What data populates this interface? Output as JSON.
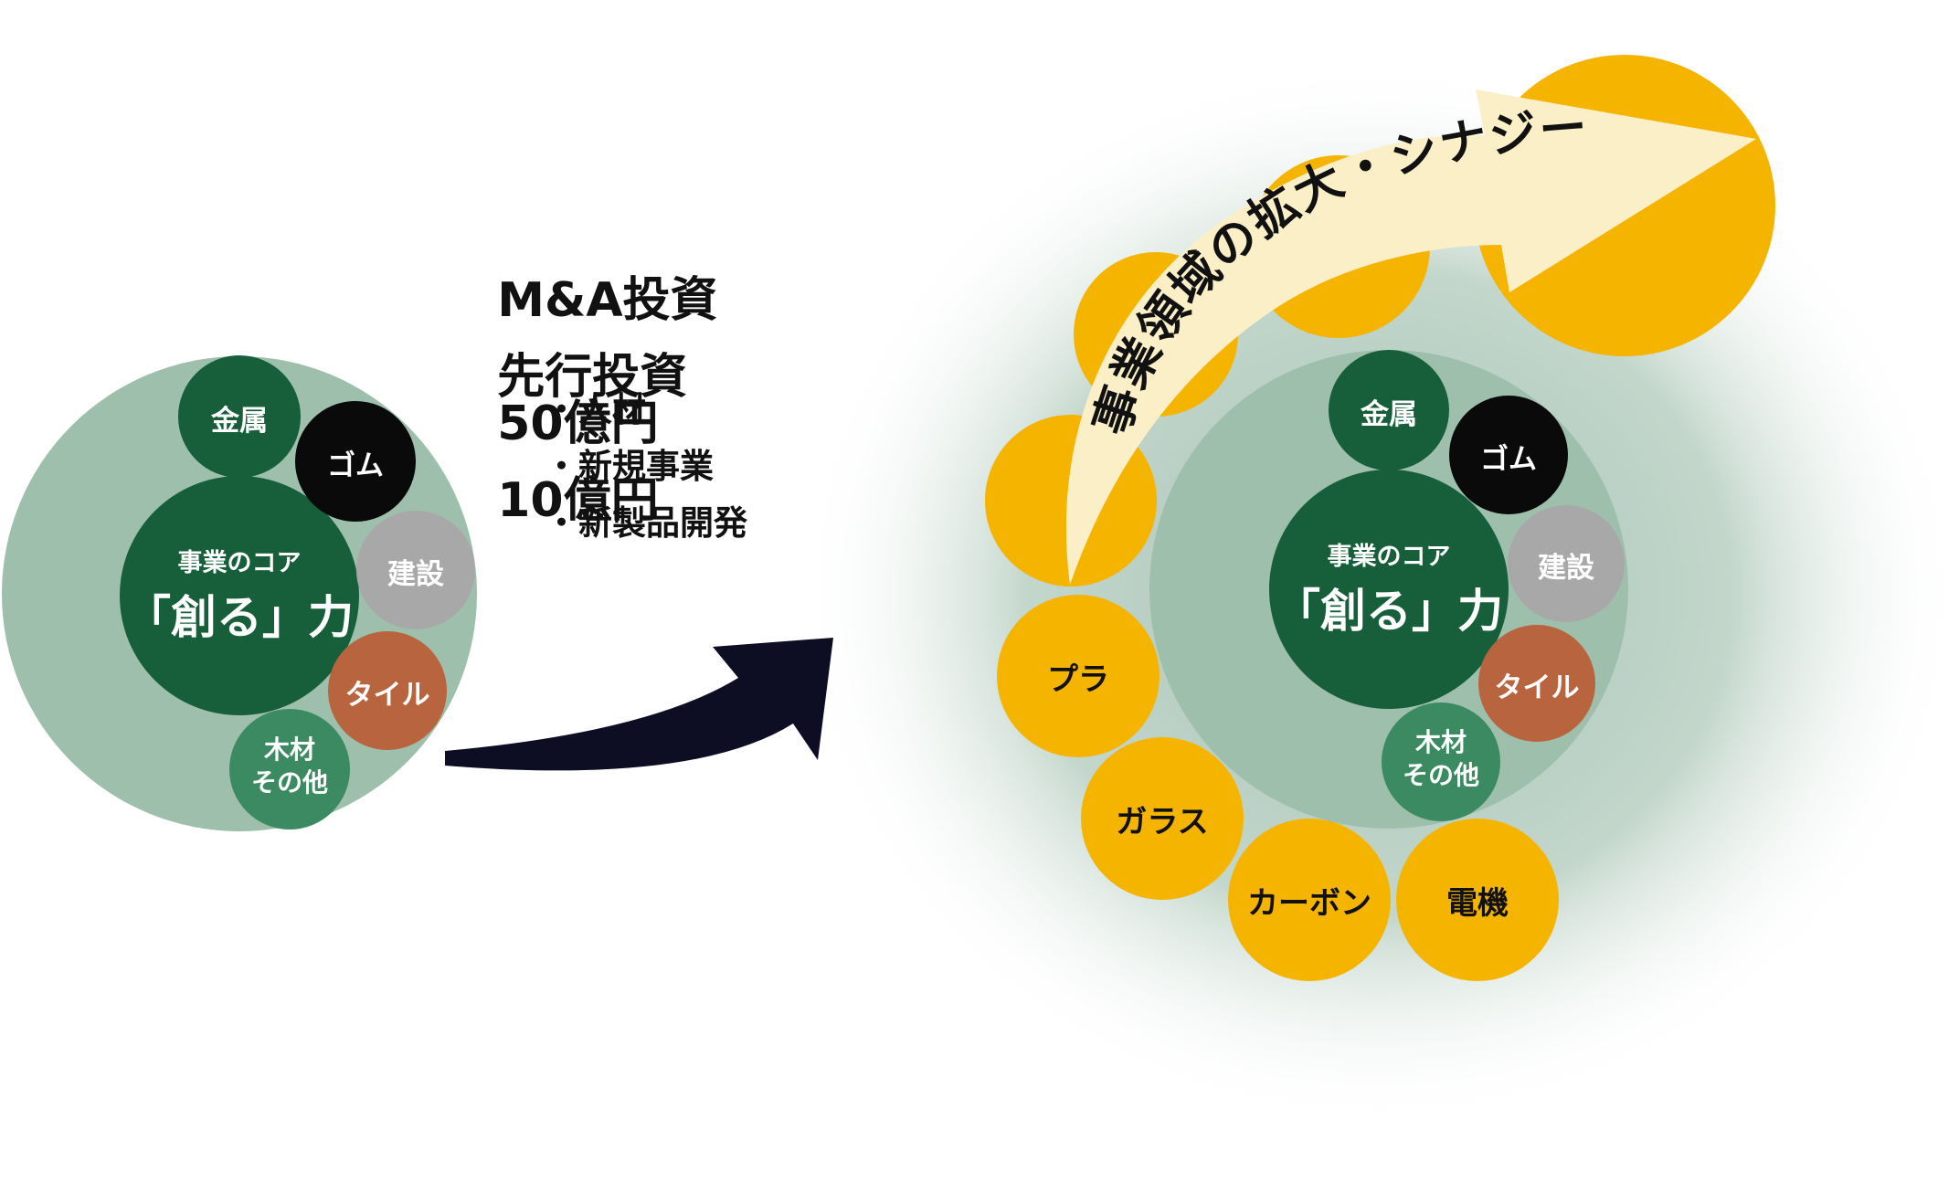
{
  "before_cluster": {
    "core_line1": "事業のコア",
    "core_line2": "「創る」力",
    "nodes": [
      {
        "id": "metal",
        "label": "金属",
        "color": "#175e3a",
        "text_color": "#ffffff"
      },
      {
        "id": "rubber",
        "label": "ゴム",
        "color": "#0a0a0a",
        "text_color": "#ffffff"
      },
      {
        "id": "construction",
        "label": "建設",
        "color": "#a8a8a8",
        "text_color": "#ffffff"
      },
      {
        "id": "tile",
        "label": "タイル",
        "color": "#b8643e",
        "text_color": "#ffffff"
      },
      {
        "id": "wood",
        "label_line1": "木材",
        "label_line2": "その他",
        "color": "#3b8a62",
        "text_color": "#ffffff"
      }
    ]
  },
  "investment": {
    "lines": [
      {
        "label": "M&A投資",
        "amount": "50億円"
      },
      {
        "label": "先行投資",
        "amount": "10億円"
      }
    ],
    "bullets": [
      "・人材",
      "・新規事業",
      "・新製品開発"
    ]
  },
  "after_cluster": {
    "core_line1": "事業のコア",
    "core_line2": "「創る」力",
    "nodes": [
      {
        "id": "metal",
        "label": "金属"
      },
      {
        "id": "rubber",
        "label": "ゴム"
      },
      {
        "id": "construction",
        "label": "建設"
      },
      {
        "id": "tile",
        "label": "タイル"
      },
      {
        "id": "wood",
        "label_line1": "木材",
        "label_line2": "その他"
      }
    ],
    "new_domains": [
      "プラ",
      "ガラス",
      "カーボン",
      "電機"
    ],
    "expansion_label": "事業領域の拡大・シナジー"
  },
  "colors": {
    "outer_ring": "#9fbfad",
    "core": "#175e3a",
    "gold": "#f5b400",
    "navy_arrow": "#0d0d24",
    "cream_arrow": "#fbefc8",
    "glow": "#a7c2b4"
  }
}
